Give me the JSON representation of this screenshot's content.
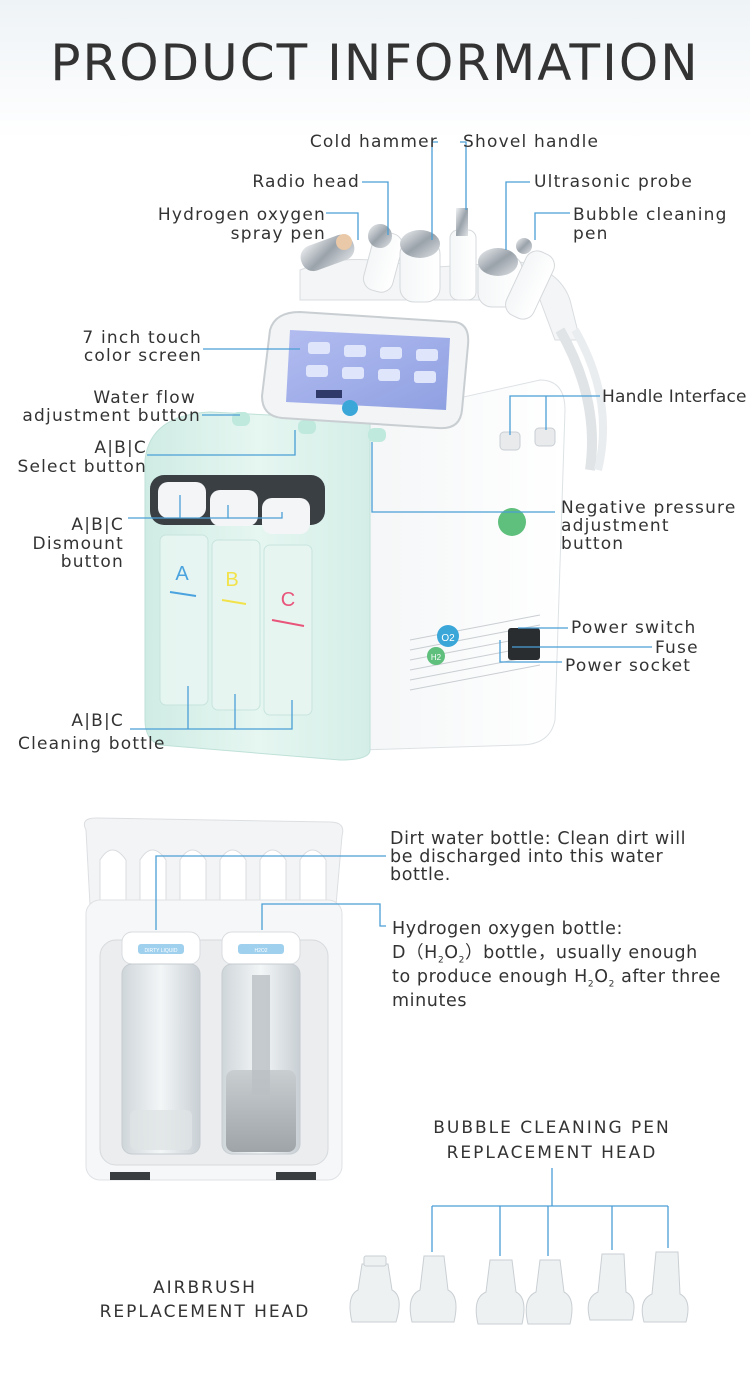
{
  "title": "PRODUCT INFORMATION",
  "machine_labels": {
    "cold_hammer": "Cold hammer",
    "shovel_handle": "Shovel handle",
    "radio_head": "Radio head",
    "ultrasonic_probe": "Ultrasonic probe",
    "hydrogen_spray_line1": "Hydrogen oxygen",
    "hydrogen_spray_line2": "spray pen",
    "bubble_pen_line1": "Bubble cleaning",
    "bubble_pen_line2": "pen",
    "screen_line1": "7 inch touch",
    "screen_line2": "color screen",
    "handle_interface": "Handle Interface",
    "water_flow_line1": "Water flow",
    "water_flow_line2": "adjustment button",
    "select_line1": "A|B|C",
    "select_line2": "Select button",
    "negative_line1": "Negative pressure",
    "negative_line2": "adjustment",
    "negative_line3": "button",
    "dismount_line1": "A|B|C",
    "dismount_line2": "Dismount",
    "dismount_line3": "button",
    "power_switch": "Power switch",
    "fuse": "Fuse",
    "power_socket": "Power socket",
    "cleaning_line1": "A|B|C",
    "cleaning_line2": "Cleaning bottle"
  },
  "bottle_labels": {
    "dirt_line1": "Dirt water bottle: Clean dirt will",
    "dirt_line2": "be discharged into this water",
    "dirt_line3": "bottle.",
    "hydrogen_line1": "Hydrogen oxygen bottle:",
    "hydrogen_line2_prefix": "D（H",
    "hydrogen_line2_o": "O",
    "hydrogen_line2_suffix": "）bottle，usually enough",
    "hydrogen_line3_prefix": "to produce enough H",
    "hydrogen_line3_o": "O",
    "hydrogen_line3_suffix": " after three",
    "hydrogen_line4": "minutes",
    "sub_2": "2",
    "bottle_cap_text_1": "DIRTY LIQUID",
    "bottle_cap_text_2": "H2O2"
  },
  "heads": {
    "bubble_line1": "BUBBLE CLEANING PEN",
    "bubble_line2": "REPLACEMENT HEAD",
    "airbrush_line1": "AIRBRUSH",
    "airbrush_line2": "REPLACEMENT HEAD"
  },
  "device_marks": {
    "tank_a": "A",
    "tank_b": "B",
    "tank_c": "C",
    "badge_o2": "O2",
    "badge_h2": "H2"
  },
  "colors": {
    "leader_line": "#4a9fd6",
    "tank_a": "#4aa3df",
    "tank_b": "#f2e24a",
    "tank_c": "#e8547a",
    "body_mint": "#dff3ee",
    "screen": "#9aa8e8"
  }
}
